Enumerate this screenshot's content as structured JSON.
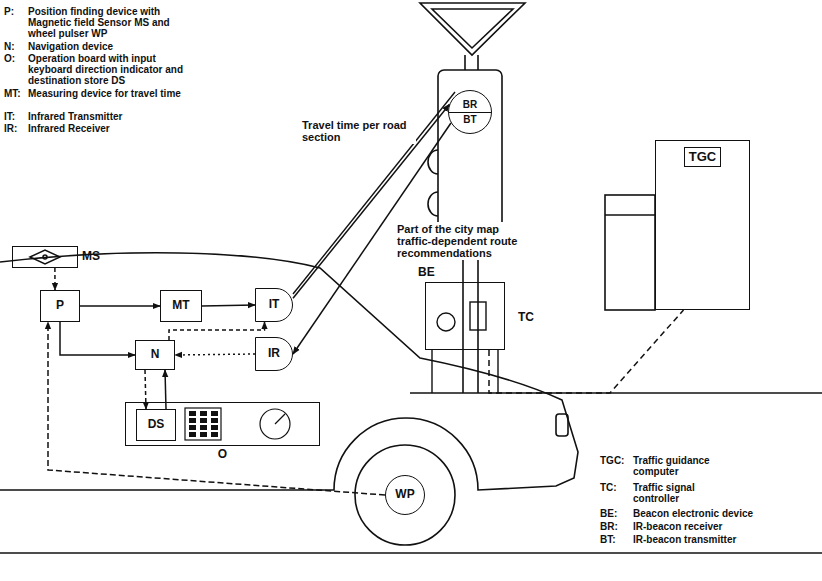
{
  "diagram": {
    "nodes": [
      {
        "text": [
          "MS"
        ]
      },
      {
        "text": [
          "P"
        ]
      },
      {
        "text": [
          "MT"
        ]
      },
      {
        "text": [
          "IT"
        ]
      },
      {
        "text": [
          "N"
        ]
      },
      {
        "text": [
          "IR"
        ]
      },
      {
        "text": [
          "O"
        ]
      },
      {
        "text": [
          "DS"
        ],
        "in": 6
      },
      {
        "text": [
          "WP"
        ]
      },
      {
        "text": [
          "BR",
          "BT"
        ]
      },
      {
        "text": [
          "BE"
        ]
      },
      {
        "text": [
          "TGC"
        ]
      }
    ],
    "edges": [
      {
        "from": 0,
        "to": 1,
        "arrow": "to"
      },
      {
        "from": 1,
        "to": 2,
        "arrow": "to"
      },
      {
        "from": 2,
        "to": 3,
        "arrow": "to"
      },
      {
        "from": 1,
        "to": 4,
        "arrow": "to"
      },
      {
        "from": 4,
        "to": 3,
        "arrow": "to"
      },
      {
        "from": 5,
        "to": 4,
        "arrow": "to"
      },
      {
        "from": 7,
        "to": 4,
        "arrow": "to"
      },
      {
        "from": 4,
        "to": 7,
        "arrow": "to"
      },
      {
        "from": 8,
        "to": 1,
        "arrow": "to"
      },
      {
        "from": 3,
        "to": 9,
        "label": "Travel time per road section",
        "arrow": "to"
      },
      {
        "from": 9,
        "to": 5,
        "label": "Part of the city map traffic-dependent route recommendations",
        "arrow": "to"
      },
      {
        "from": 10,
        "to": 11,
        "arrow": "none"
      }
    ],
    "labels": [
      "P:",
      "Position finding device with Magnetic field Sensor MS and wheel pulser WP",
      "N:",
      "Navigation device",
      "O:",
      "Operation board with input keyboard direction indicator and destination store DS",
      "MT:",
      "Measuring device for travel time",
      "IT:",
      "Infrared Transmitter",
      "IR:",
      "Infrared Receiver",
      "TC",
      "TGC:",
      "Traffic guidance computer",
      "TC:",
      "Traffic signal controller",
      "BE:",
      "Beacon electronic device",
      "BR:",
      "IR-beacon receiver",
      "BT:",
      "IR-beacon transmitter"
    ]
  }
}
